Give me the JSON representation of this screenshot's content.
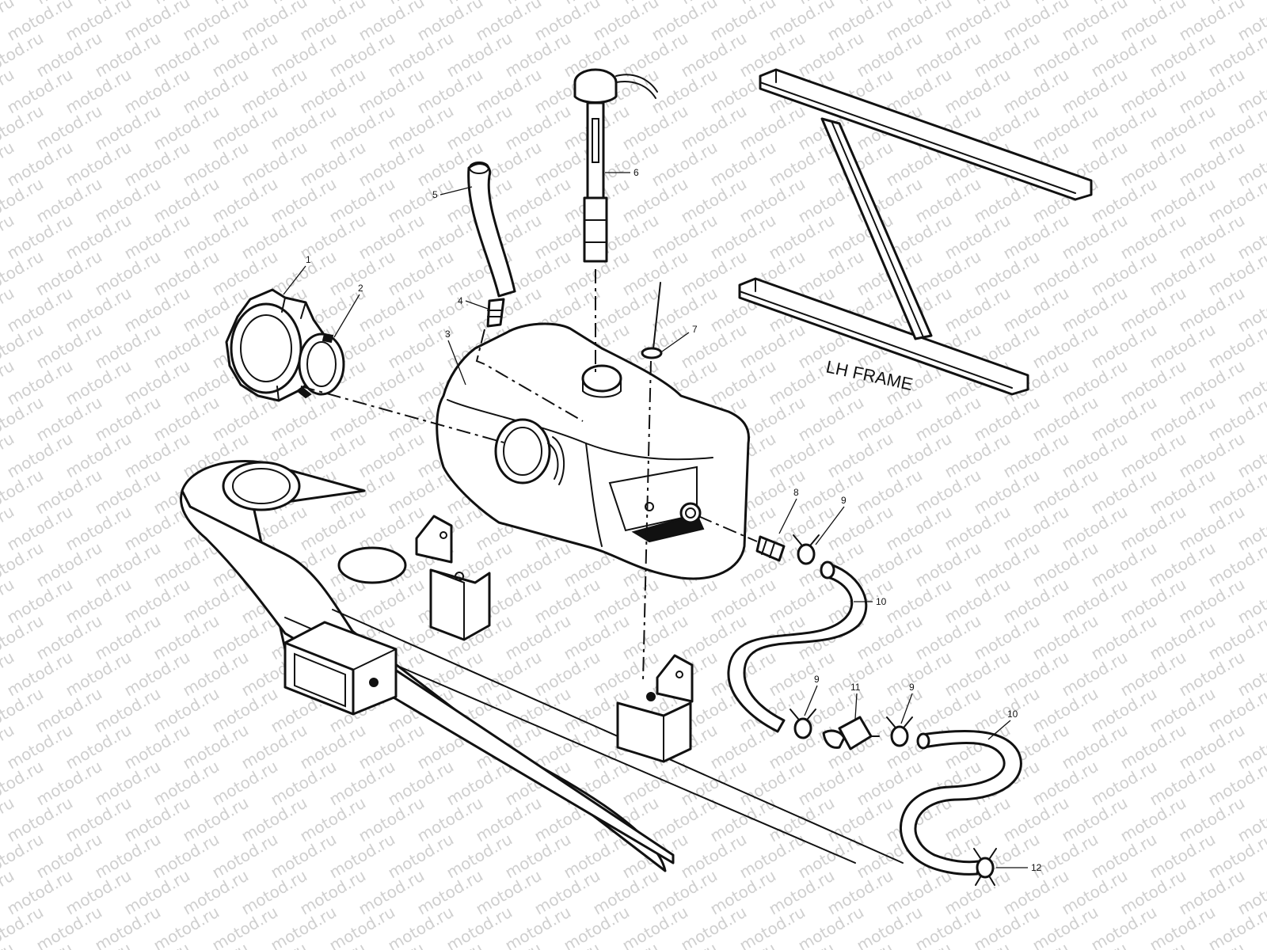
{
  "watermark": {
    "text": "motod.ru",
    "color": "#cfcfcf"
  },
  "frame_label": "LH FRAME",
  "callouts": {
    "c1": "1",
    "c2": "2",
    "c3": "3",
    "c4": "4",
    "c5": "5",
    "c6": "6",
    "c7": "7",
    "c8": "8",
    "c9a": "9",
    "c9b": "9",
    "c9c": "9",
    "c10a": "10",
    "c10b": "10",
    "c11": "11",
    "c12": "12"
  },
  "colors": {
    "line": "#111111",
    "background": "#ffffff"
  }
}
